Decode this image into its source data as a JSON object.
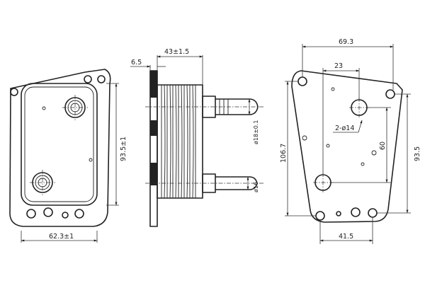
{
  "front_view": {
    "width_label": "62.3±1",
    "height_label": "93.5±1"
  },
  "side_view": {
    "thickness_label": "43±1.5",
    "flange_label": "6.5",
    "port_top_label": "ø18±0.1",
    "port_bottom_label": "ø16"
  },
  "rear_view": {
    "width_label": "69.3",
    "offset_label": "23",
    "holes_label": "2-ø14",
    "height_left_label": "106.7",
    "height_right_label": "93.5",
    "inner_height_label": "60",
    "bottom_span_label": "41.5"
  }
}
